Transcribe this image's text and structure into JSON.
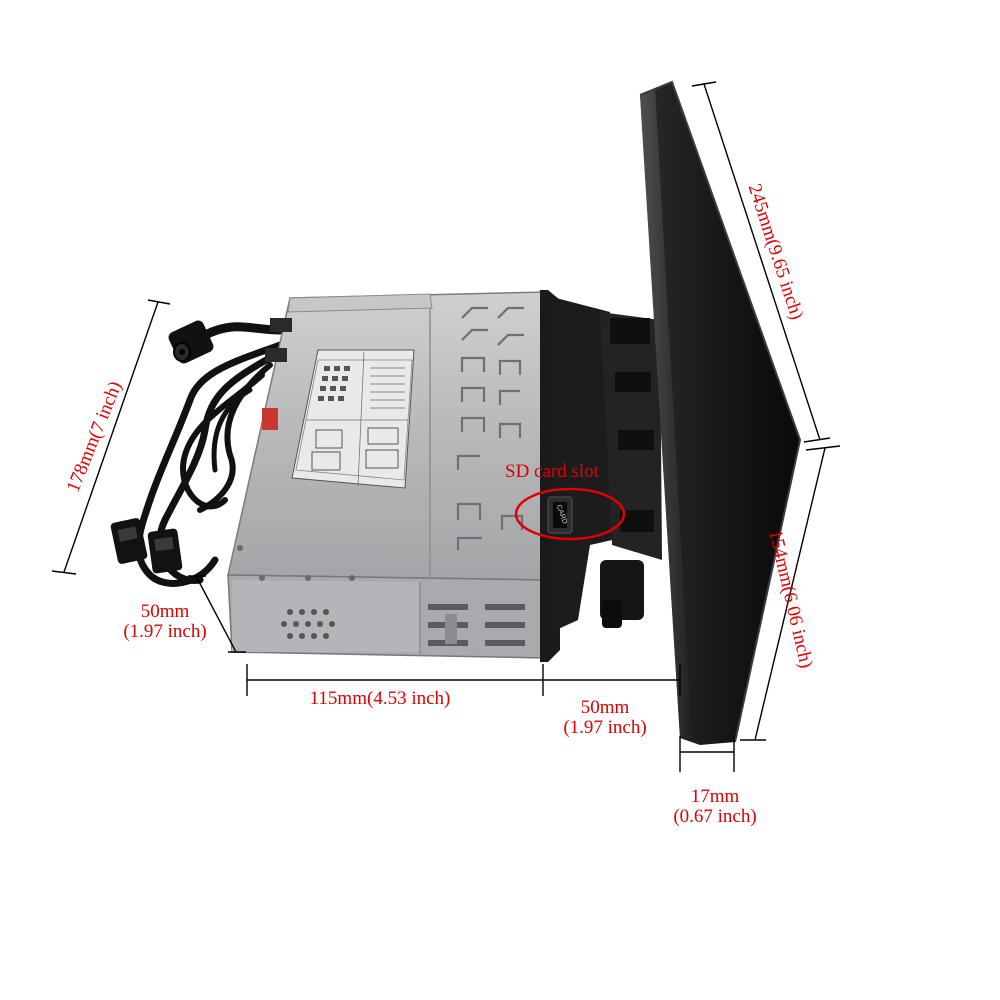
{
  "dimensions": {
    "height_178": "178mm(7 inch)",
    "depth_50_left_mm": "50mm",
    "depth_50_left_in": "(1.97 inch)",
    "length_115": "115mm(4.53 inch)",
    "depth_50_right_mm": "50mm",
    "depth_50_right_in": "(1.97 inch)",
    "screen_width_245": "245mm(9.65 inch)",
    "screen_height_154": "154mm(6.06 inch)",
    "thickness_17_mm": "17mm",
    "thickness_17_in": "(0.67 inch)"
  },
  "callout": {
    "sd_card_slot": "SD card slot",
    "card_label": "CARD"
  },
  "colors": {
    "annotation": "#e00000",
    "dimension_line": "#000000",
    "chassis": "#b8b9bb",
    "bracket": "#1a1a1a",
    "screen": "#161616"
  }
}
